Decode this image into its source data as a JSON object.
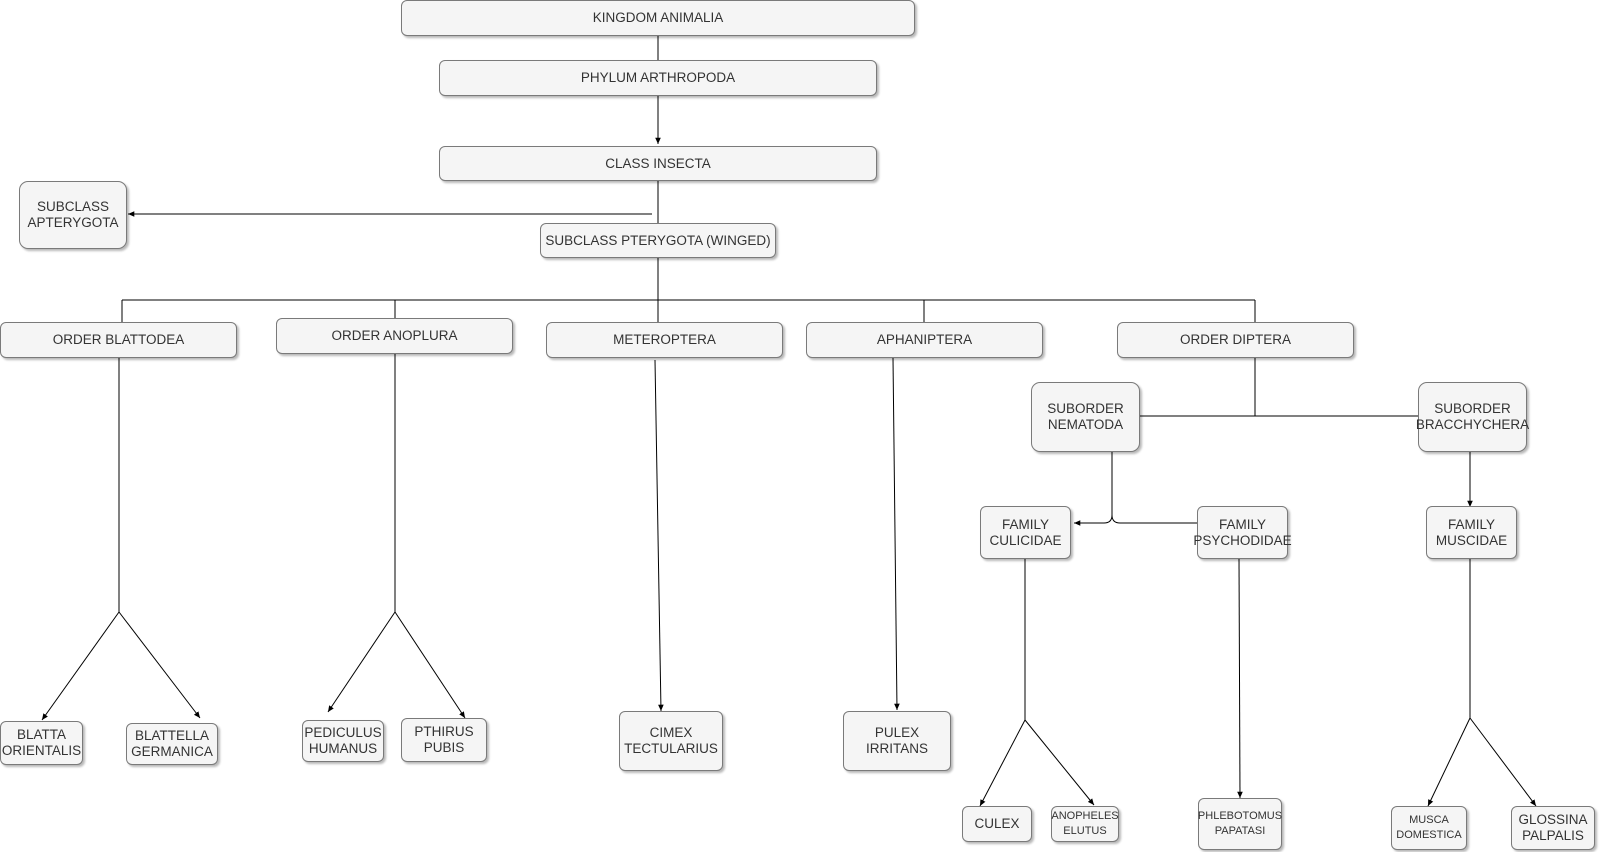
{
  "nodes": {
    "kingdom": "KINGDOM ANIMALIA",
    "phylum": "PHYLUM ARTHROPODA",
    "class": "CLASS INSECTA",
    "apterygota": "SUBCLASS\nAPTERYGOTA",
    "pterygota": "SUBCLASS PTERYGOTA (WINGED)",
    "blattodea": "ORDER BLATTODEA",
    "anoplura": "ORDER ANOPLURA",
    "meteroptera": "METEROPTERA",
    "aphaniptera": "APHANIPTERA",
    "diptera": "ORDER DIPTERA",
    "nematoda": "SUBORDER\nNEMATODA",
    "bracchychera": "SUBORDER\nBRACCHYCHERA",
    "culicidae": "FAMILY\nCULICIDAE",
    "psychodidae": "FAMILY\nPSYCHODIDAE",
    "muscidae": "FAMILY\nMUSCIDAE",
    "blatta": "BLATTA\nORIENTALIS",
    "blattella": "BLATTELLA\nGERMANICA",
    "pediculus": "PEDICULUS\nHUMANUS",
    "pthirus": "PTHIRUS\nPUBIS",
    "cimex": "CIMEX\nTECTULARIUS",
    "pulex": "PULEX\nIRRITANS",
    "culex": "CULEX",
    "anopheles": "ANOPHELES\nELUTUS",
    "phlebotomus": "PHLEBOTOMUS\nPAPATASI",
    "musca": "MUSCA\nDOMESTICA",
    "glossina": "GLOSSINA\nPALPALIS"
  }
}
